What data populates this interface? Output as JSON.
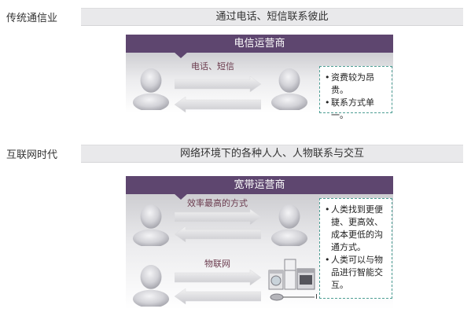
{
  "section1": {
    "label": "传统通信业",
    "bar": "通过电话、短信联系彼此",
    "provider": "电信运营商",
    "arrow_label": "电话、短信",
    "notes": [
      "资费较为昂贵。",
      "联系方式单一。"
    ]
  },
  "section2": {
    "label": "互联网时代",
    "bar": "网络环境下的各种人人、人物联系与交互",
    "provider": "宽带运营商",
    "arrow_label_top": "效率最高的方式",
    "arrow_label_bottom": "物联网",
    "notes": [
      "人类找到更便捷、更高效、成本更低的沟通方式。",
      "人类可以与物品进行智能交互。"
    ]
  },
  "icons": {
    "person": "person-icon",
    "arrow_right": "arrow-right-icon",
    "arrow_left": "arrow-left-icon",
    "appliances": "appliances-icon"
  },
  "colors": {
    "provider_bar": "#5e466f",
    "grey_bar": "#e9e9eb",
    "note_border": "#4d9e94",
    "arrow_label": "#6b3b4e"
  }
}
